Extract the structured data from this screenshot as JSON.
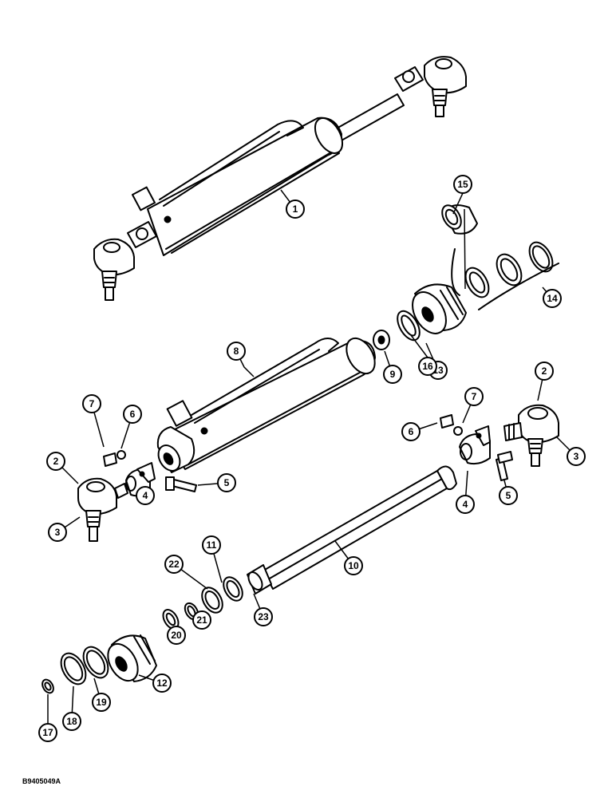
{
  "drawing_code": "B9405049A",
  "callouts": {
    "c1": "1",
    "c2a": "2",
    "c2b": "2",
    "c3a": "3",
    "c3b": "3",
    "c4a": "4",
    "c4b": "4",
    "c5a": "5",
    "c5b": "5",
    "c6a": "6",
    "c6b": "6",
    "c7a": "7",
    "c7b": "7",
    "c8": "8",
    "c9": "9",
    "c10": "10",
    "c11": "11",
    "c12": "12",
    "c13": "13",
    "c14": "14",
    "c15": "15",
    "c16": "16",
    "c17": "17",
    "c18": "18",
    "c19": "19",
    "c20": "20",
    "c21": "21",
    "c22": "22",
    "c23": "23"
  }
}
